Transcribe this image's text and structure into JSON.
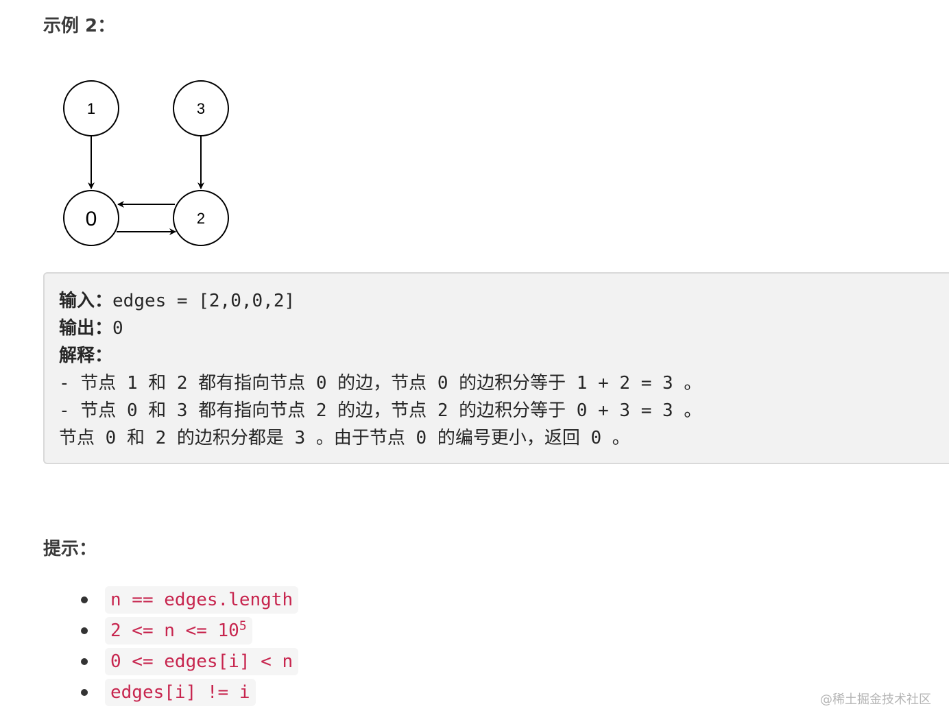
{
  "heading": "示例 2：",
  "graph": {
    "nodes": [
      {
        "id": "1",
        "label": "1"
      },
      {
        "id": "3",
        "label": "3"
      },
      {
        "id": "0",
        "label": "0"
      },
      {
        "id": "2",
        "label": "2"
      }
    ],
    "edges": [
      {
        "from": "1",
        "to": "0"
      },
      {
        "from": "3",
        "to": "2"
      },
      {
        "from": "2",
        "to": "0"
      },
      {
        "from": "0",
        "to": "2"
      }
    ]
  },
  "example": {
    "input_label": "输入：",
    "input_value": "edges = [2,0,0,2]",
    "output_label": "输出：",
    "output_value": "0",
    "explain_label": "解释：",
    "explain_lines": [
      "- 节点 1 和 2 都有指向节点 0 的边，节点 0 的边积分等于 1 + 2 = 3 。",
      "- 节点 0 和 3 都有指向节点 2 的边，节点 2 的边积分等于 0 + 3 = 3 。",
      "节点 0 和 2 的边积分都是 3 。由于节点 0 的编号更小，返回 0 。"
    ]
  },
  "hints": {
    "title": "提示：",
    "items": [
      {
        "text": "n == edges.length"
      },
      {
        "text": "2 <= n <= 10",
        "sup": "5"
      },
      {
        "text": "0 <= edges[i] < n"
      },
      {
        "text": "edges[i] != i"
      }
    ]
  },
  "watermark": "@稀土掘金技术社区"
}
